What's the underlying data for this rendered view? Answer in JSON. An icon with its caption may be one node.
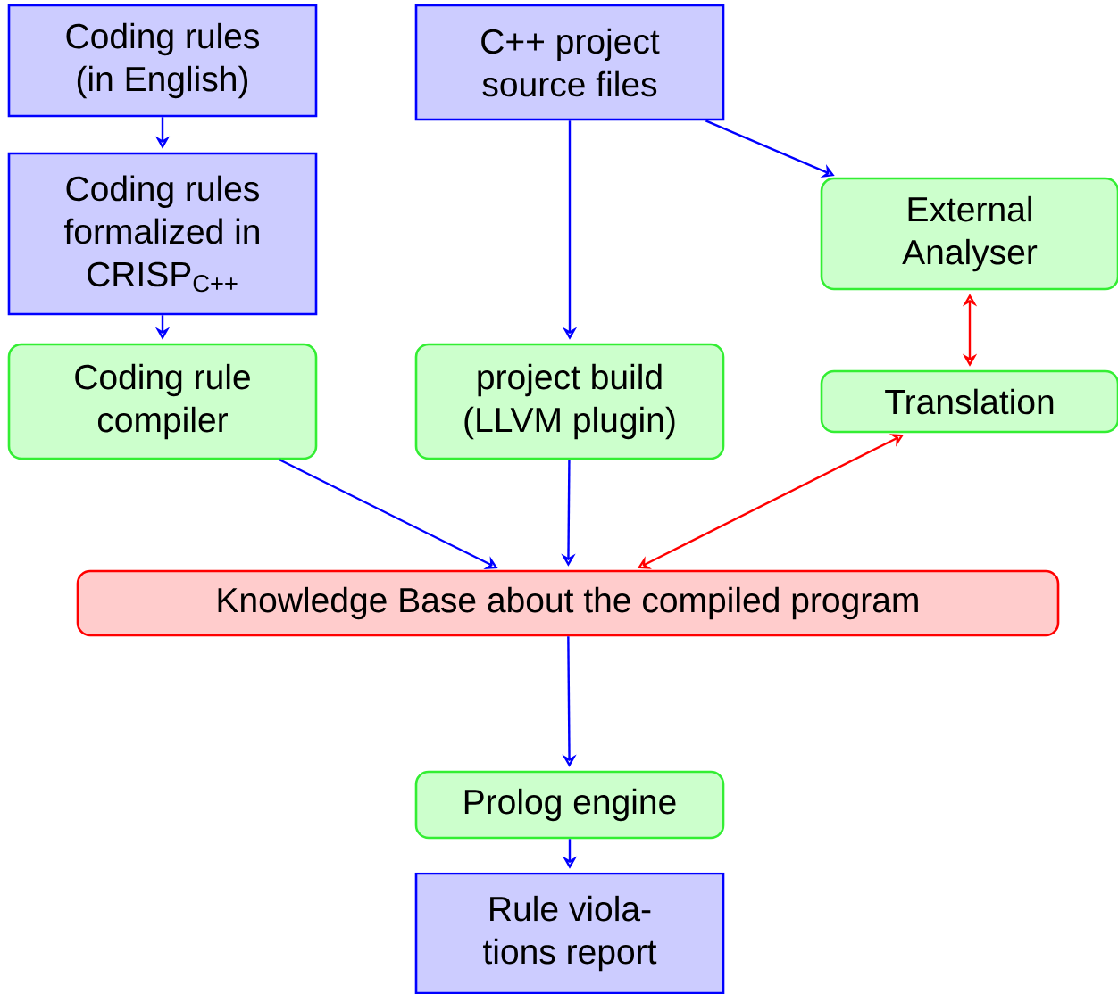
{
  "diagram": {
    "nodes": [
      {
        "text": [
          "Coding rules (in English)"
        ]
      },
      {
        "text": [
          "Coding rules formalized in CRISP$_{C++}$"
        ]
      },
      {
        "text": [
          "Coding rule compiler"
        ]
      },
      {
        "text": [
          "C++ project source files"
        ]
      },
      {
        "text": [
          "project build (LLVM plugin)"
        ]
      },
      {
        "text": [
          "External Analyser"
        ]
      },
      {
        "text": [
          "Translation"
        ]
      },
      {
        "text": [
          "Knowledge Base about the compiled program"
        ]
      },
      {
        "text": [
          "Prolog engine"
        ]
      },
      {
        "text": [
          "Rule viola- tions report"
        ]
      }
    ],
    "edges": [
      {
        "from": 0,
        "to": 1,
        "arrow": "to"
      },
      {
        "from": 1,
        "to": 2,
        "arrow": "to"
      },
      {
        "from": 3,
        "to": 4,
        "arrow": "to"
      },
      {
        "from": 3,
        "to": 5,
        "arrow": "to"
      },
      {
        "from": 2,
        "to": 7,
        "arrow": "to"
      },
      {
        "from": 4,
        "to": 7,
        "arrow": "to"
      },
      {
        "from": 6,
        "to": 7,
        "arrow": "both",
        "color": "#ff0000"
      },
      {
        "from": 5,
        "to": 6,
        "arrow": "both",
        "color": "#ff0000"
      },
      {
        "from": 7,
        "to": 8,
        "arrow": "to"
      },
      {
        "from": 8,
        "to": 9,
        "arrow": "to"
      }
    ]
  }
}
